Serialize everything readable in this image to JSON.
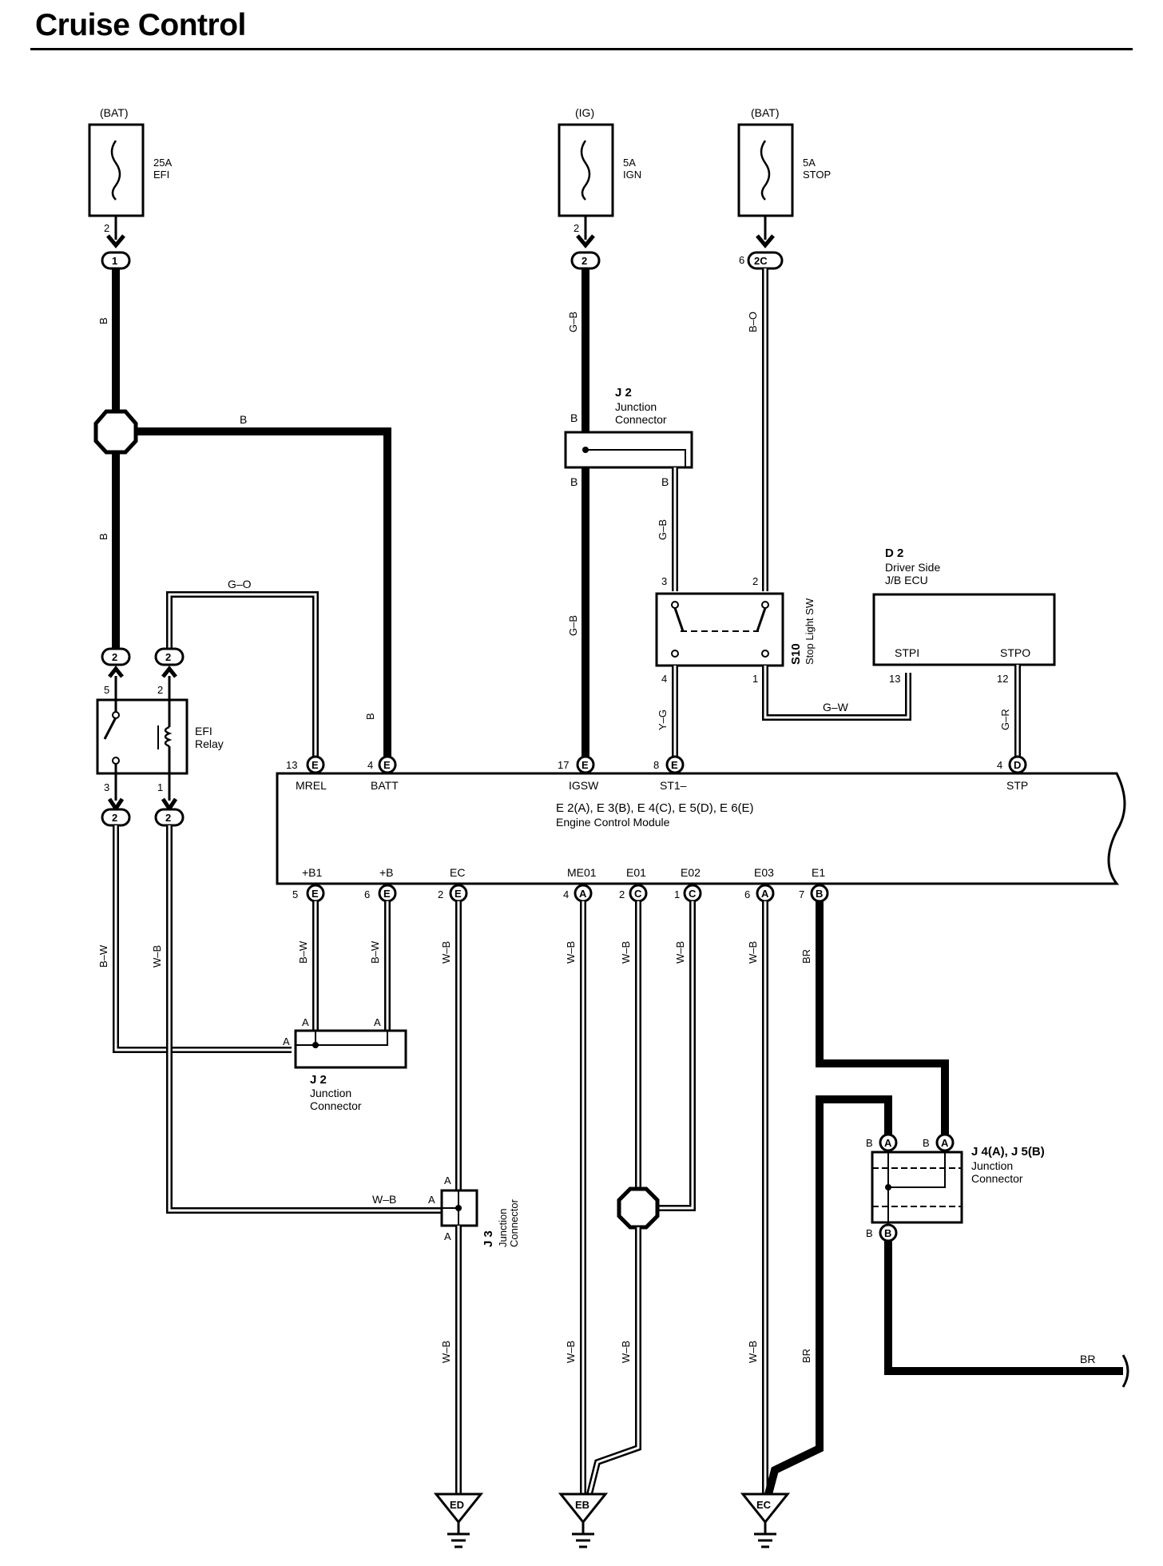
{
  "title": "Cruise Control",
  "fuses": [
    {
      "source": "(BAT)",
      "rating": "25A",
      "name": "EFI"
    },
    {
      "source": "(IG)",
      "rating": "5A",
      "name": "IGN"
    },
    {
      "source": "(BAT)",
      "rating": "5A",
      "name": "STOP"
    }
  ],
  "wires": {
    "b": "B",
    "go": "G–O",
    "gb": "G–B",
    "bo": "B–O",
    "gw": "G–W",
    "yg": "Y–G",
    "gr": "G–R",
    "bw": "B–W",
    "wb": "W–B",
    "br": "BR"
  },
  "components": {
    "j2_top": {
      "id": "J 2",
      "l1": "Junction",
      "l2": "Connector"
    },
    "j2_bottom": {
      "id": "J 2",
      "l1": "Junction",
      "l2": "Connector"
    },
    "j3": {
      "id": "J 3",
      "l1": "Junction",
      "l2": "Connector"
    },
    "j45": {
      "id": "J 4(A), J 5(B)",
      "l1": "Junction",
      "l2": "Connector"
    },
    "efi_relay": {
      "l1": "EFI",
      "l2": "Relay"
    },
    "stop_sw": {
      "id": "S10",
      "name": "Stop Light SW"
    },
    "d2": {
      "id": "D 2",
      "l1": "Driver Side",
      "l2": "J/B ECU",
      "pin_a": "STPI",
      "pin_b": "STPO"
    },
    "ecm": {
      "l1": "E 2(A), E 3(B), E 4(C), E 5(D), E 6(E)",
      "l2": "Engine Control Module"
    }
  },
  "ecm_top": [
    {
      "num": "13",
      "conn": "E",
      "label": "MREL"
    },
    {
      "num": "4",
      "conn": "E",
      "label": "BATT"
    },
    {
      "num": "17",
      "conn": "E",
      "label": "IGSW"
    },
    {
      "num": "8",
      "conn": "E",
      "label": "ST1–"
    },
    {
      "num": "4",
      "conn": "D",
      "label": "STP"
    }
  ],
  "ecm_bottom": [
    {
      "num": "5",
      "conn": "E",
      "label": "+B1"
    },
    {
      "num": "6",
      "conn": "E",
      "label": "+B"
    },
    {
      "num": "2",
      "conn": "E",
      "label": "EC"
    },
    {
      "num": "4",
      "conn": "A",
      "label": "ME01"
    },
    {
      "num": "2",
      "conn": "C",
      "label": "E01"
    },
    {
      "num": "1",
      "conn": "C",
      "label": "E02"
    },
    {
      "num": "6",
      "conn": "A",
      "label": "E03"
    },
    {
      "num": "7",
      "conn": "B",
      "label": "E1"
    }
  ],
  "pins": {
    "fuse1_out": "2",
    "fuse2_out": "2",
    "fuse3_out": "6",
    "j1": "1",
    "j2": "2",
    "j2c": "2C",
    "relay5": "5",
    "relay2": "2",
    "relay3": "3",
    "relay1": "1",
    "c_left_top": "2",
    "c_right_top": "2",
    "c_left_bot": "2",
    "c_right_bot": "2",
    "sw3": "3",
    "sw2": "2",
    "sw4": "4",
    "sw1": "1",
    "d2_13": "13",
    "d2_12": "12",
    "b": "B",
    "a": "A"
  },
  "grounds": [
    "ED",
    "EB",
    "EC"
  ]
}
